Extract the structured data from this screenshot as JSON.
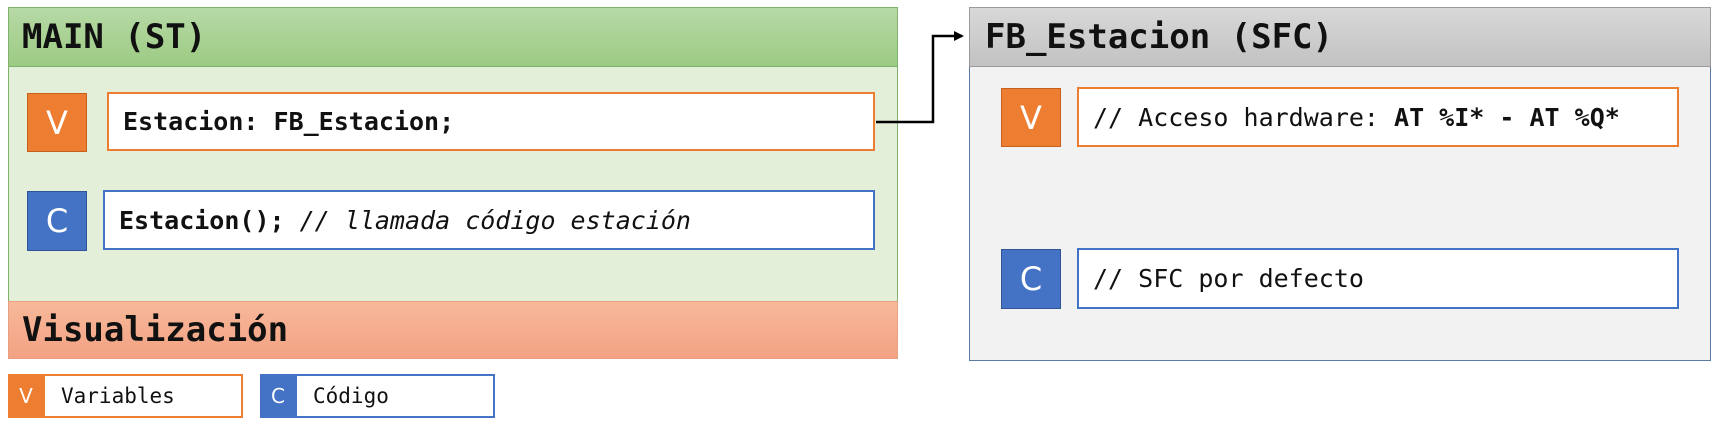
{
  "main": {
    "title": "MAIN (ST)",
    "vars_badge": "V",
    "vars_code": "Estacion: FB_Estacion;",
    "code_badge": "C",
    "code_call": "Estacion();",
    "code_comment": " // llamada código estación"
  },
  "visualization": {
    "title": "Visualización"
  },
  "fb": {
    "title": "FB_Estacion (SFC)",
    "vars_badge": "V",
    "vars_comment": "// Acceso hardware: ",
    "vars_bold": "AT %I* - AT %Q*",
    "code_badge": "C",
    "code_comment": "// SFC por defecto"
  },
  "legend": {
    "vars_badge": "V",
    "vars_label": "Variables",
    "code_badge": "C",
    "code_label": "Código"
  },
  "colors": {
    "variables": "#ed7d31",
    "code": "#4472c4",
    "main_header": "#a9d18e",
    "main_body": "#e2efda",
    "visualization": "#f4b183",
    "fb_header": "#c9c9c9",
    "fb_body": "#f2f2f2"
  }
}
